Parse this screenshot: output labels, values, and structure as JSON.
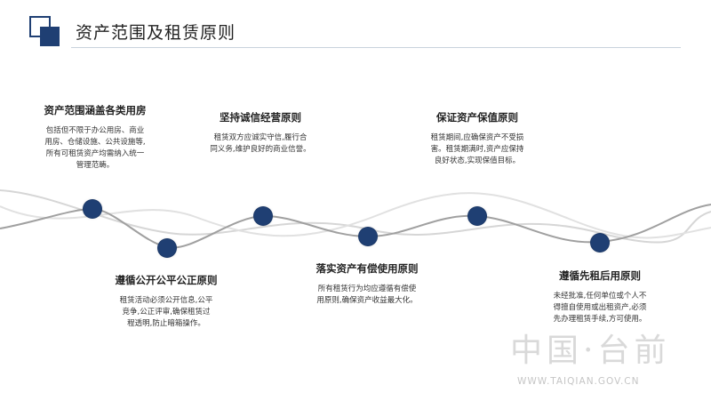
{
  "header": {
    "title": "资产范围及租赁原则"
  },
  "top_items": [
    {
      "title": "资产范围涵盖各类用房",
      "lines": [
        "包括但不限于办公用房、商业",
        "用房、仓储设施、公共设施等,",
        "所有可租赁资产均需纳入统一",
        "管理范畴。"
      ]
    },
    {
      "title": "坚持诚信经营原则",
      "lines": [
        "租赁双方应诚实守信,履行合",
        "同义务,维护良好的商业信誉。"
      ]
    },
    {
      "title": "保证资产保值原则",
      "lines": [
        "租赁期间,应确保资产不受损",
        "害。租赁期满时,资产应保持",
        "良好状态,实现保值目标。"
      ]
    }
  ],
  "bottom_items": [
    {
      "title": "遵循公开公平公正原则",
      "lines": [
        "租赁活动必须公开信息,公平",
        "竞争,公正评审,确保租赁过",
        "程透明,防止暗箱操作。"
      ]
    },
    {
      "title": "落实资产有偿使用原则",
      "lines": [
        "所有租赁行为均应遵循有偿使",
        "用原则,确保资产收益最大化。"
      ]
    },
    {
      "title": "遵循先租后用原则",
      "lines": [
        "未经批准,任何单位或个人不",
        "得擅自使用或出租资产,必须",
        "先办理租赁手续,方可使用。"
      ]
    }
  ],
  "watermark": {
    "main": "中国·台前",
    "sub": "WWW.TAIQIAN.GOV.CN"
  },
  "colors": {
    "accent": "#1f3f73",
    "wave_dark": "#9a9a9a",
    "wave_light": "#d0d0d0"
  }
}
